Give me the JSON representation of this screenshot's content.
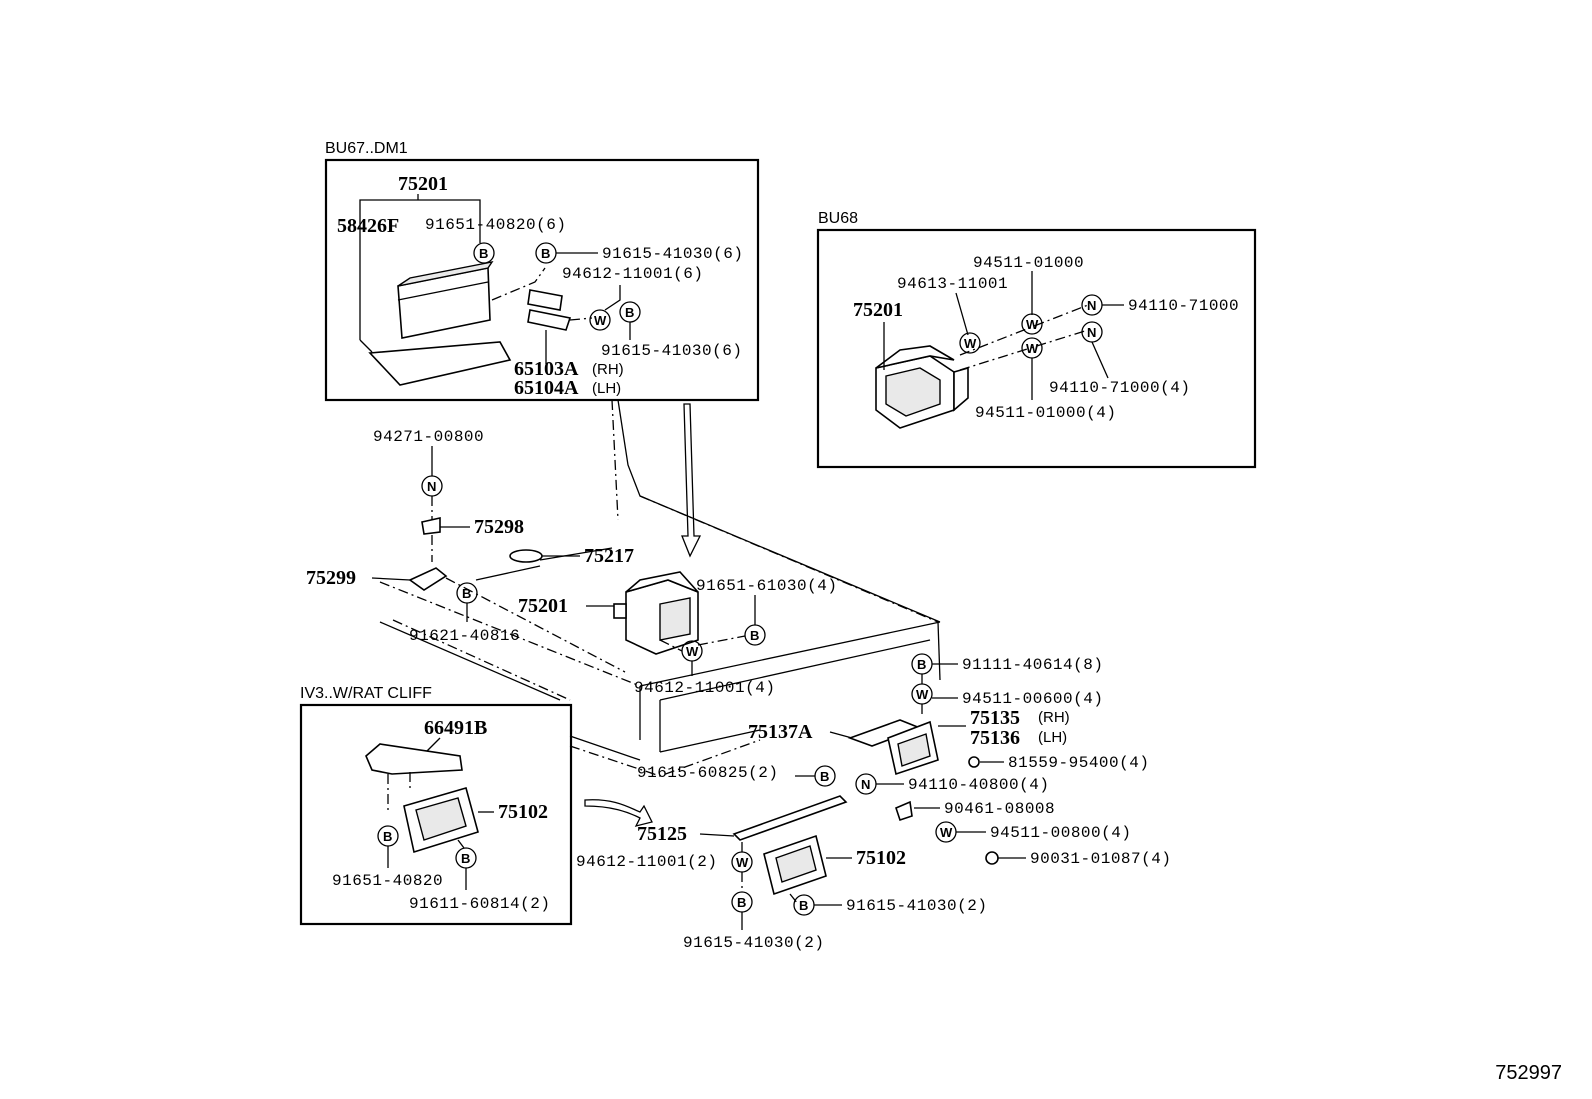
{
  "sections": {
    "bu67": "BU67..DM1",
    "bu68": "BU68",
    "iv3": "IV3..W/RAT CLIFF"
  },
  "symbols": {
    "bolt": "B",
    "washer": "W",
    "nut": "N"
  },
  "labels": {
    "bu67_75201": "75201",
    "bu67_58426f": "58426F",
    "bu67_91651_40820": "91651-40820(6)",
    "bu67_91615_41030_a": "91615-41030(6)",
    "bu67_94612_11001": "94612-11001(6)",
    "bu67_91615_41030_b": "91615-41030(6)",
    "bu67_65103a": "65103A",
    "bu67_rh": "(RH)",
    "bu67_65104a": "65104A",
    "bu67_lh": "(LH)",
    "bu68_94511_01000": "94511-01000",
    "bu68_94613_11001": "94613-11001",
    "bu68_75201": "75201",
    "bu68_94110_71000": "94110-71000",
    "bu68_94110_71000_4": "94110-71000(4)",
    "bu68_94511_01000_4": "94511-01000(4)",
    "m_94271_00800": "94271-00800",
    "m_75298": "75298",
    "m_75217": "75217",
    "m_75299": "75299",
    "m_75201": "75201",
    "m_91651_61030": "91651-61030(4)",
    "m_91621_40816": "91621-40816",
    "m_94612_11001_4": "94612-11001(4)",
    "m_91111_40614": "91111-40614(8)",
    "m_94511_00600": "94511-00600(4)",
    "m_75137a": "75137A",
    "m_75135": "75135",
    "m_75135_rh": "(RH)",
    "m_75136": "75136",
    "m_75136_lh": "(LH)",
    "m_81559_95400": "81559-95400(4)",
    "m_91615_60825": "91615-60825(2)",
    "m_94110_40800": "94110-40800(4)",
    "m_90461_08008": "90461-08008",
    "m_94511_00800": "94511-00800(4)",
    "m_75125": "75125",
    "m_90031_01087": "90031-01087(4)",
    "m_94612_11001_2": "94612-11001(2)",
    "m_75102": "75102",
    "m_91615_41030_2a": "91615-41030(2)",
    "m_91615_41030_2b": "91615-41030(2)",
    "iv3_66491b": "66491B",
    "iv3_75102": "75102",
    "iv3_91651_40820": "91651-40820",
    "iv3_91611_60814": "91611-60814(2)"
  },
  "footer_code": "752997"
}
